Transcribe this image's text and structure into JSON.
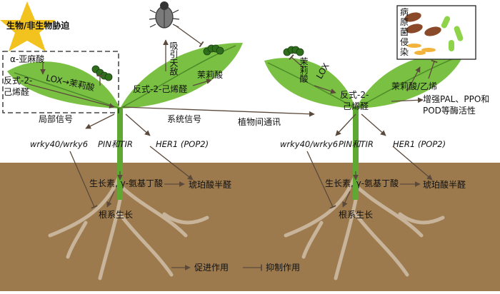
{
  "stress_label": "生物/非生物胁迫",
  "left_plant": {
    "alpha_linolenic": "α-亚麻酸",
    "trans_hexenal_lines": [
      "反式-2-",
      "己烯醛"
    ],
    "lox_path": "LOX→茉莉酸",
    "jasmonate": "茉莉酸",
    "trans_hexenal_right": "反式-2-己烯醛",
    "attract_enemies": "吸引天敌",
    "local_signal": "局部信号",
    "systemic_signal": "系统信号",
    "gene_wrky": "wrky40/wrky6",
    "gene_pin": "PIN和TIR",
    "gene_her": "HER1 (POP2)",
    "auxin_gaba": "生长素, γ-氨基丁酸",
    "ssa": "琥珀酸半醛",
    "root_growth": "根系生长"
  },
  "interplant": "植物间通讯",
  "right_plant": {
    "jasmonate": "茉莉酸",
    "lox": "LOX",
    "trans_hexenal_lines": [
      "反式-2-",
      "己烯醛"
    ],
    "ja_ethylene": "茉莉酸/乙烯",
    "enhance_lines": [
      "增强PAL、PPO和",
      "POD等酶活性"
    ],
    "pathogen_infection": "病原菌侵染",
    "gene_wrky": "wrky40/wrky6",
    "gene_pin": "PIN和TIR",
    "gene_her": "HER1 (POP2)",
    "auxin_gaba": "生长素, γ-氨基丁酸",
    "ssa": "琥珀酸半醛",
    "root_growth": "根系生长"
  },
  "legend": {
    "promote": "促进作用",
    "inhibit": "抑制作用"
  },
  "colors": {
    "soil": "#9c7a4e",
    "leaf": "#7ac143",
    "stem": "#5fa832",
    "star": "#f2c21e",
    "arrow": "#5b4a3c",
    "root": "#c8b49a"
  }
}
